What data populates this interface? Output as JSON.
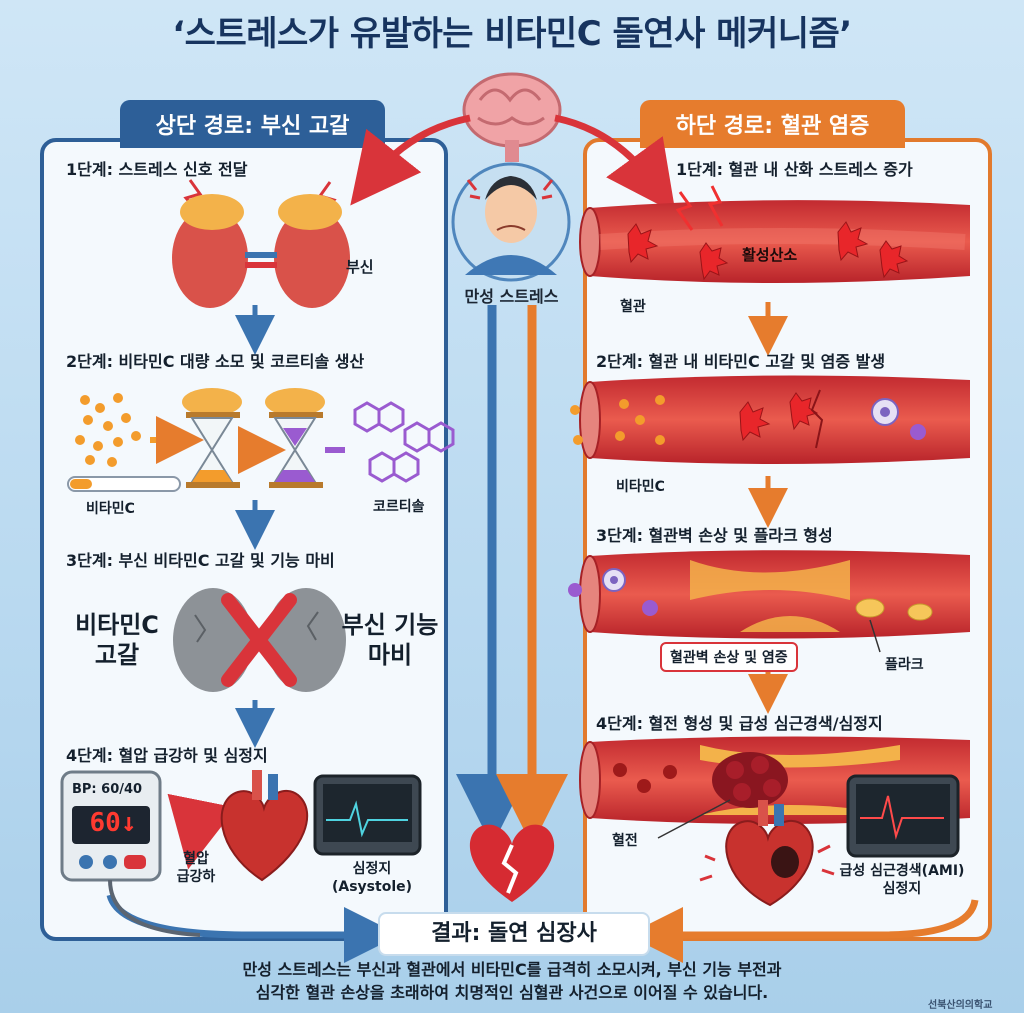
{
  "title": "‘스트레스가 유발하는 비타민C 돌연사 메커니즘’",
  "left_path": {
    "header": "상단 경로: 부신 고갈",
    "step1": "1단계: 스트레스 신호 전달",
    "adrenal_label": "부신",
    "step2": "2단계: 비타민C 대량 소모 및 코르티솔 생산",
    "vitc_label": "비타민C",
    "cortisol_label": "코르티솔",
    "step3": "3단계: 부신 비타민C 고갈 및 기능 마비",
    "depletion_label_1": "비타민C",
    "depletion_label_2": "고갈",
    "failure_label_1": "부신 기능",
    "failure_label_2": "마비",
    "step4": "4단계: 혈압 급강하 및 심정지",
    "bp_reading": "BP: 60/40",
    "bp_display": "60↓",
    "bp_drop_label_1": "혈압",
    "bp_drop_label_2": "급강하",
    "asystole_label_1": "심정지",
    "asystole_label_2": "(Asystole)"
  },
  "center": {
    "stress_label": "만성 스트레스"
  },
  "right_path": {
    "header": "하단 경로: 혈관 염증",
    "step1": "1단계: 혈관 내 산화 스트레스 증가",
    "ros_label": "활성산소",
    "vessel_label": "혈관",
    "step2": "2단계: 혈관 내 비타민C 고갈 및 염증 발생",
    "vitc_label": "비타민C",
    "step3": "3단계: 혈관벽 손상 및 플라크 형성",
    "wall_damage_label": "혈관벽 손상 및 염증",
    "plaque_label": "플라크",
    "step4": "4단계: 혈전 형성 및 급성 심근경색/심정지",
    "clot_label": "혈전",
    "ami_label_1": "급성 심근경색(AMI)",
    "ami_label_2": "심정지"
  },
  "result": "결과: 돌연 심장사",
  "summary_line1": "만성 스트레스는 부신과 혈관에서 비타민C를 급격히 소모시켜, 부신 기능 부전과",
  "summary_line2": "심각한 혈관 손상을 초래하여 치명적인 심혈관 사건으로 이어질 수 있습니다.",
  "logo_text": "선북산의의학교",
  "colors": {
    "left_accent": "#2e5f97",
    "right_accent": "#e27a2d",
    "title": "#17345f",
    "vessel": "#d9343a"
  }
}
